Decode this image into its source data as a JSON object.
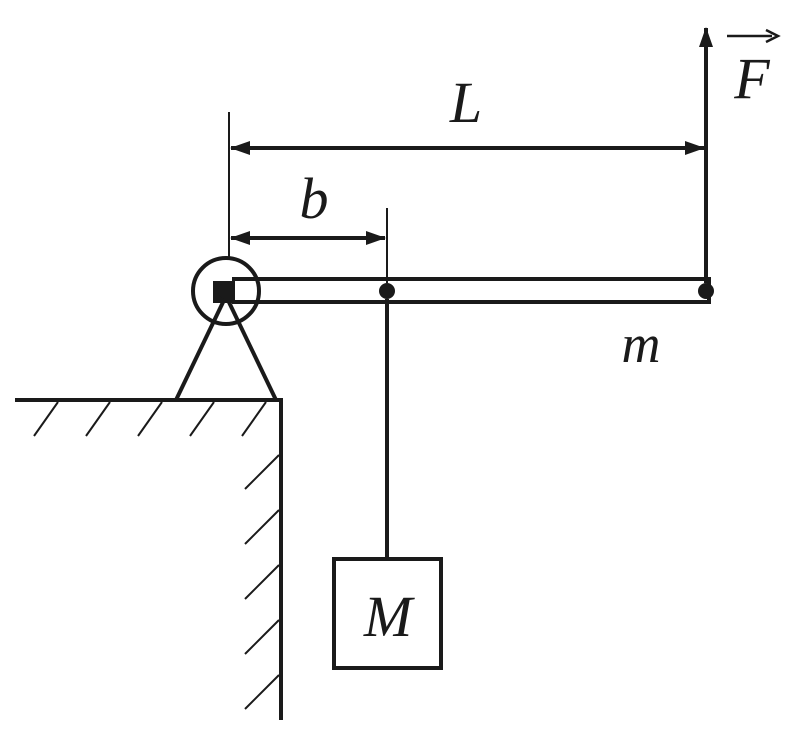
{
  "labels": {
    "length": "L",
    "offset": "b",
    "force": "F",
    "rod_mass": "m",
    "block_mass": "M"
  },
  "colors": {
    "ink": "#1a1a1a",
    "background": "#ffffff"
  }
}
